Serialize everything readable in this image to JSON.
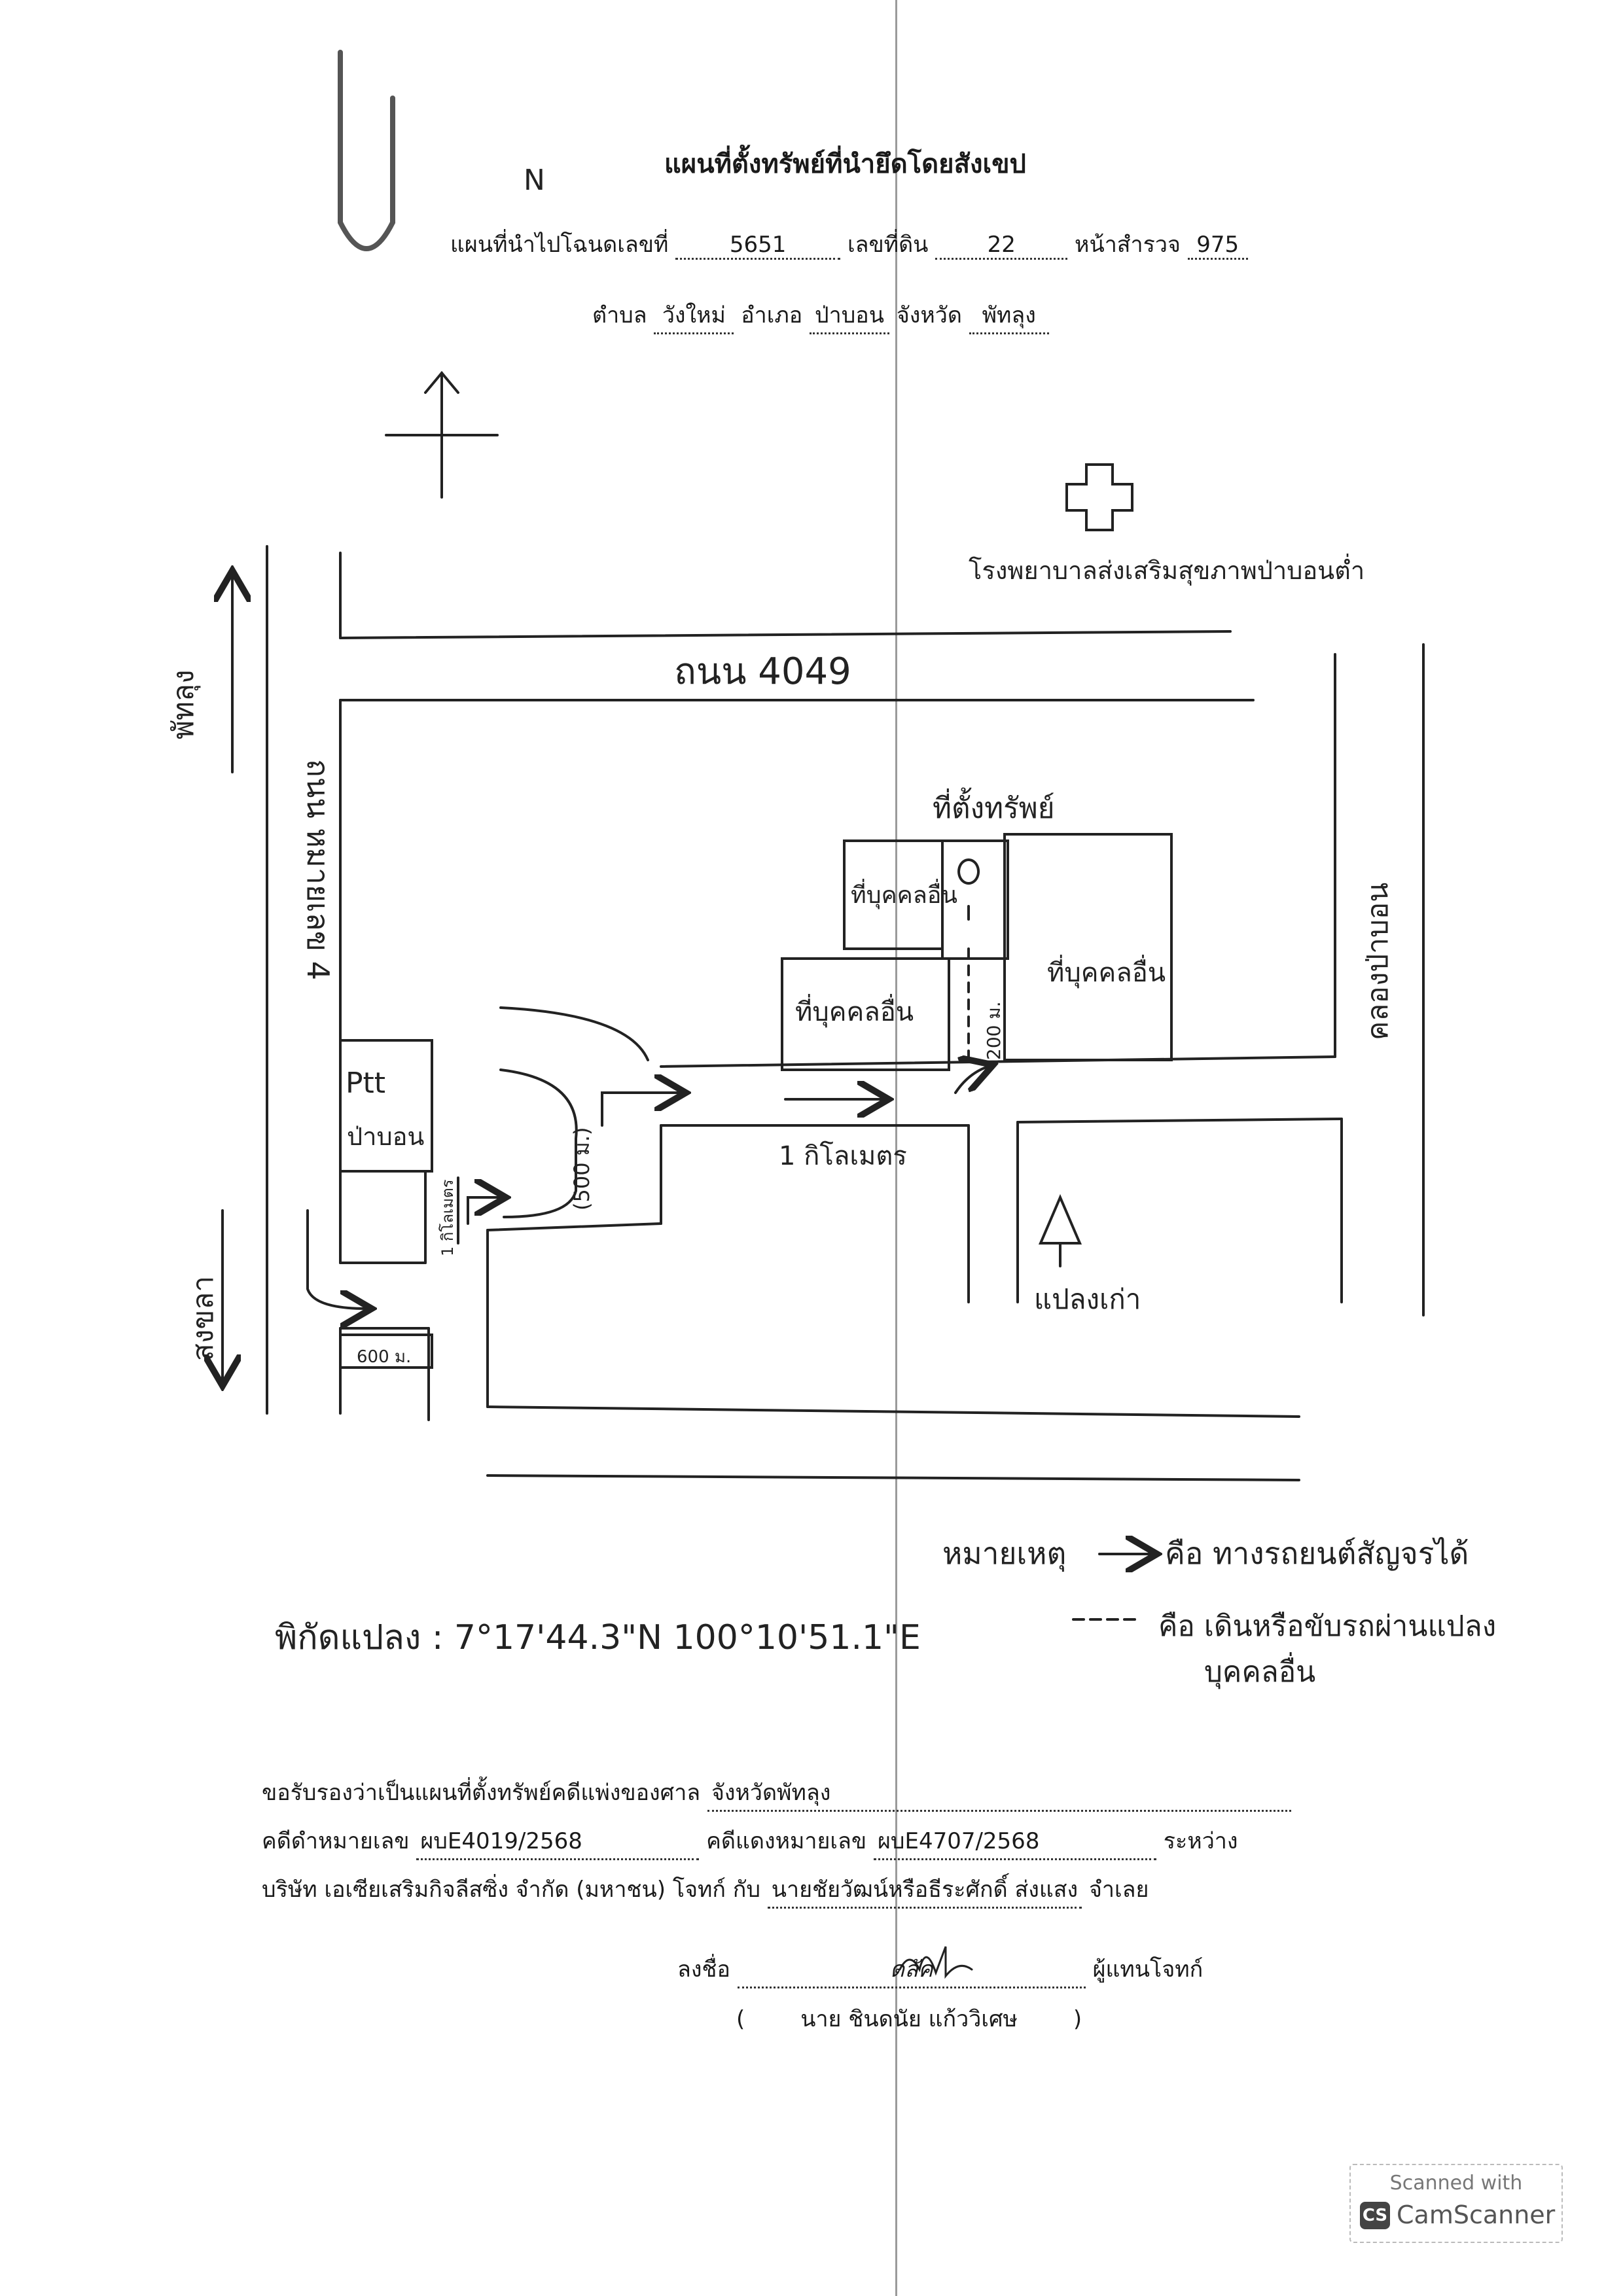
{
  "header": {
    "title": "แผนที่ตั้งทรัพย์ที่นำยึดโดยสังเขป",
    "deed_prefix": "แผนที่นำไปโฉนดเลขที่",
    "deed_no": "5651",
    "land_no_label": "เลขที่ดิน",
    "land_no": "22",
    "survey_page_label": "หน้าสำรวจ",
    "survey_page": "975",
    "subdistrict_label": "ตำบล",
    "subdistrict": "วังใหม่",
    "district_label": "อำเภอ",
    "district": "ป่าบอน",
    "province_label": "จังหวัด",
    "province": "พัทลุง"
  },
  "map": {
    "north": "N",
    "hospital": "โรงพยาบาลส่งเสริมสุขภาพป่าบอนต่ำ",
    "road_4049": "ถนน 4049",
    "to_phatthalung": "พัทลุง",
    "to_songkhla": "สงขลา",
    "road_side": "ถนน หมายเลข 4",
    "property_site": "ที่ตั้งทรัพย์",
    "other_person_1": "ที่บุคคลอื่น",
    "other_person_2": "ที่บุคคลอื่น",
    "other_person_3": "ที่บุคคลอื่น",
    "dist_200": "200 ม.",
    "dist_500": "(500 ม.)",
    "dist_1km": "1 กิโลเมตร",
    "dist_1km_side": "1 กิโลเมตร",
    "dist_600": "600 ม.",
    "pttsign": "Ptt",
    "ptt_place": "ป่าบอน",
    "canal": "คลองป่าบอน",
    "old_plot": "แปลงเก่า",
    "coordinates": "พิกัดแปลง : 7°17'44.3\"N 100°10'51.1\"E"
  },
  "legend": {
    "title": "หมายเหตุ",
    "solid_text": "คือ ทางรถยนต์สัญจรได้",
    "dashed_text_1": "คือ เดินหรือขับรถผ่านแปลง",
    "dashed_text_2": "บุคคลอื่น"
  },
  "certification": {
    "line1_prefix": "ขอรับรองว่าเป็นแผนที่ตั้งทรัพย์คดีแพ่งของศาล",
    "court": "จังหวัดพัทลุง",
    "black_case_label": "คดีดำหมายเลข",
    "black_case": "ผบE4019/2568",
    "red_case_label": "คดีแดงหมายเลข",
    "red_case": "ผบE4707/2568",
    "between": "ระหว่าง",
    "plaintiff": "บริษัท เอเซียเสริมกิจลีสซิ่ง จำกัด (มหาชน) โจทก์ กับ",
    "defendant": "นายชัยวัฒน์หรือธีระศักดิ์ ส่งแสง",
    "defendant_suffix": "จำเลย",
    "sign_label": "ลงชื่อ",
    "signature": "ดลัค",
    "sign_role": "ผู้แทนโจทก์",
    "signer_name": "นาย ชินดนัย แก้ววิเศษ"
  },
  "watermark": {
    "line1": "Scanned with",
    "badge": "CS",
    "name": "CamScanner"
  }
}
